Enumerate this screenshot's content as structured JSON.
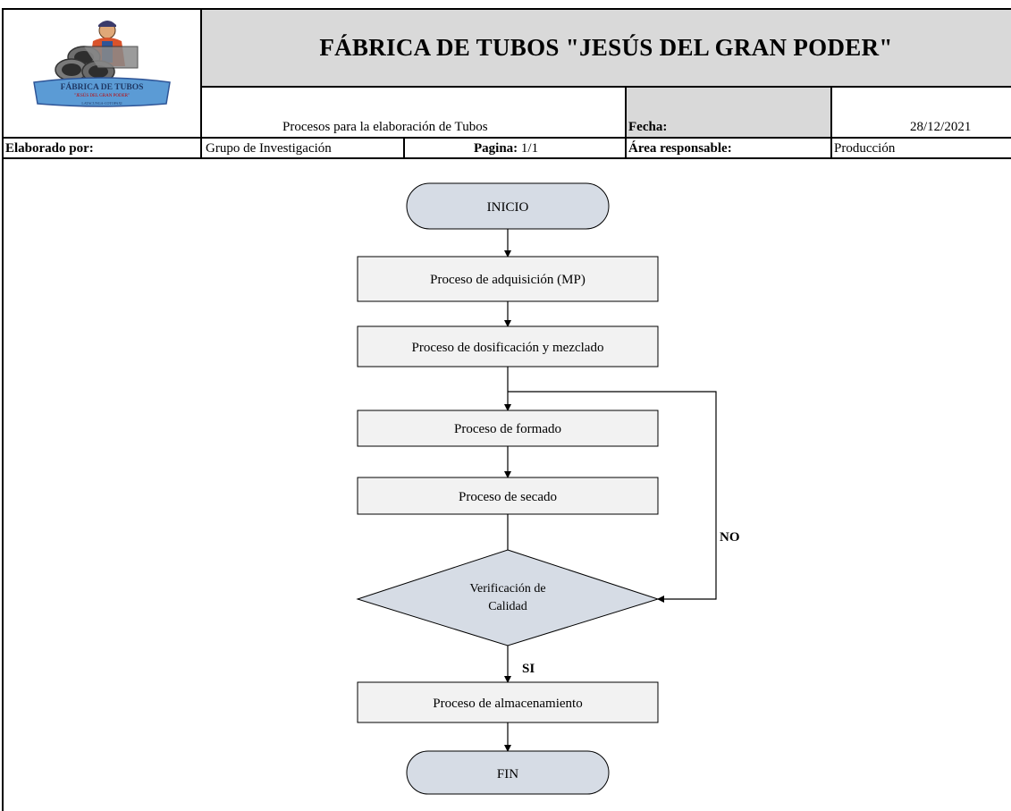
{
  "header": {
    "title": "FÁBRICA DE TUBOS \"JESÚS DEL GRAN PODER\"",
    "subtitle": "Procesos para la elaboración de Tubos",
    "fecha_label": "Fecha:",
    "fecha_value": "28/12/2021",
    "elaborado_label": "Elaborado por:",
    "elaborado_value": "Grupo de Investigación",
    "pagina_label": "Pagina:",
    "pagina_value": "1/1",
    "area_label": "Área responsable:",
    "area_value": "Producción"
  },
  "logo": {
    "line1": "FÁBRICA DE TUBOS",
    "line2": "\"JESÚS DEL GRAN PODER\"",
    "line3": "LATACUNGA-COTOPAXI"
  },
  "flowchart": {
    "start": "INICIO",
    "steps": [
      "Proceso de adquisición  (MP)",
      "Proceso de dosificación  y mezclado",
      "Proceso de formado",
      "Proceso de secado"
    ],
    "decision_line1": "Verificación de",
    "decision_line2": "Calidad",
    "no_label": "NO",
    "yes_label": "SI",
    "storage": "Proceso de almacenamiento",
    "end": "FIN"
  },
  "colors": {
    "header_gray": "#d9d9d9",
    "terminal_fill": "#d6dce5",
    "process_fill": "#f2f2f2",
    "logo_blue": "#2f5597"
  }
}
